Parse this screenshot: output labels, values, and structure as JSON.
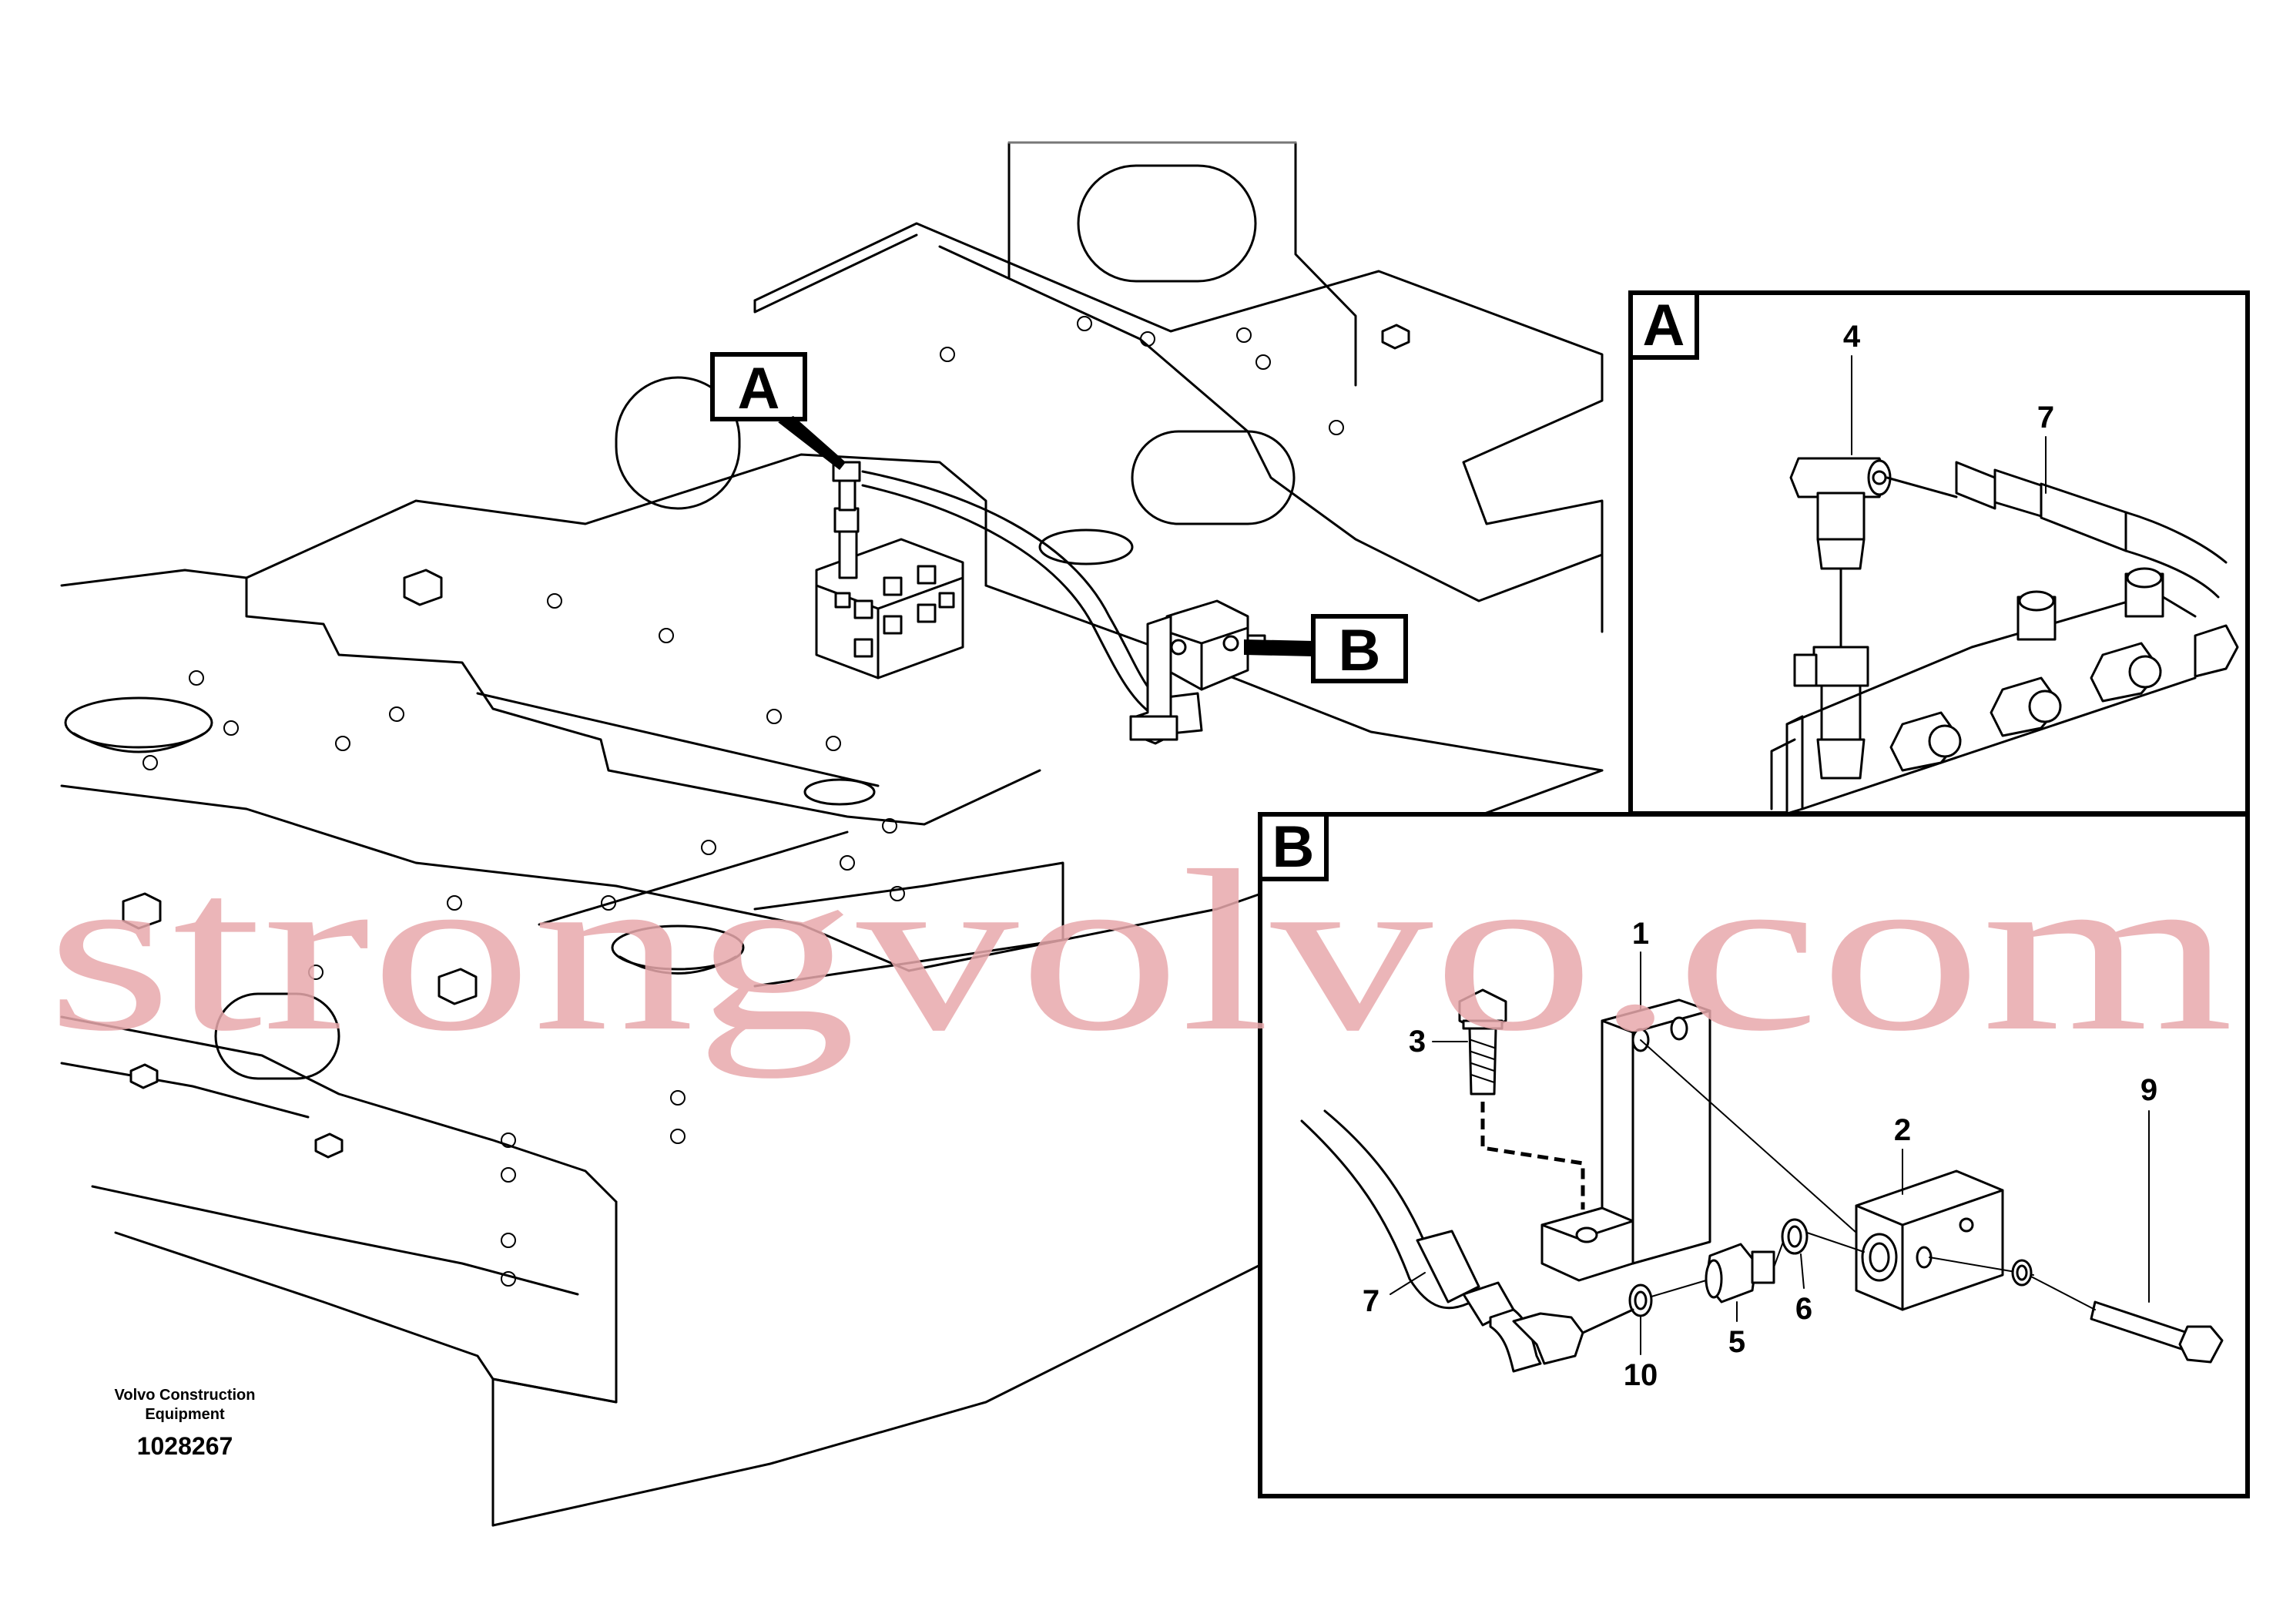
{
  "callouts": {
    "main_a": "A",
    "main_b": "B",
    "detail_a": "A",
    "detail_b": "B"
  },
  "part_numbers": {
    "a_4": "4",
    "a_7": "7",
    "b_1": "1",
    "b_2": "2",
    "b_3": "3",
    "b_5": "5",
    "b_6": "6",
    "b_7": "7",
    "b_9": "9",
    "b_10": "10"
  },
  "credit": {
    "line1": "Volvo Construction",
    "line2": "Equipment",
    "doc_number": "1028267"
  },
  "watermark": {
    "text": "strongvolvo.com",
    "color": "#e8a8ac"
  }
}
